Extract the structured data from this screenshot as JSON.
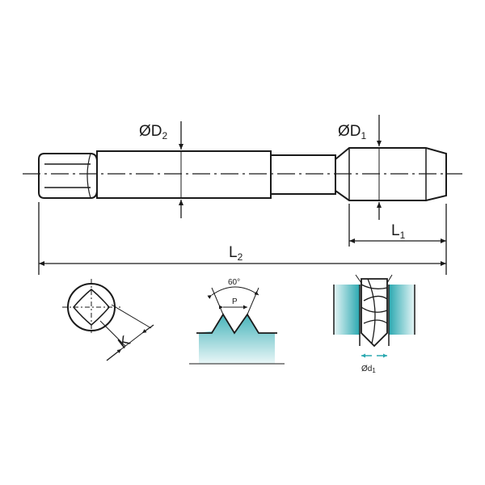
{
  "labels": {
    "d2": "ØD",
    "d2_sub": "2",
    "d1": "ØD",
    "d1_sub": "1",
    "l1": "L",
    "l1_sub": "1",
    "l2": "L",
    "l2_sub": "2",
    "k": "K",
    "angle": "60°",
    "pitch": "P",
    "drill": "Ød",
    "drill_sub": "1"
  },
  "colors": {
    "stroke": "#1a1a1a",
    "accent": "#2aa8b0",
    "accent_light": "#cfeaec",
    "accent_mid": "#7ccdd2"
  }
}
